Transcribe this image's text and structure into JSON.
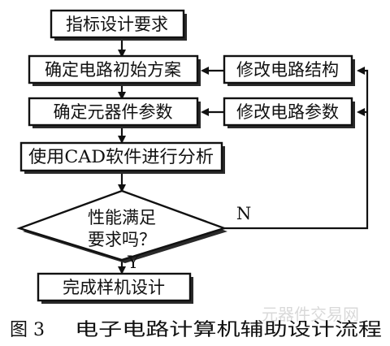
{
  "flowchart": {
    "step_requirements": "指标设计要求",
    "step_initial_scheme": "确定电路初始方案",
    "step_component_params": "确定元器件参数",
    "step_cad_analysis": "使用CAD软件进行分析",
    "decision_line1": "性能满足",
    "decision_line2": "要求吗？",
    "step_modify_structure": "修改电路结构",
    "step_modify_params": "修改电路参数",
    "step_prototype": "完成样机设计",
    "label_no": "N",
    "label_yes": "Y"
  },
  "caption": {
    "figure_number": "图 3",
    "title": "电子电路计算机辅助设计流程"
  },
  "watermark": "元器件交易网"
}
